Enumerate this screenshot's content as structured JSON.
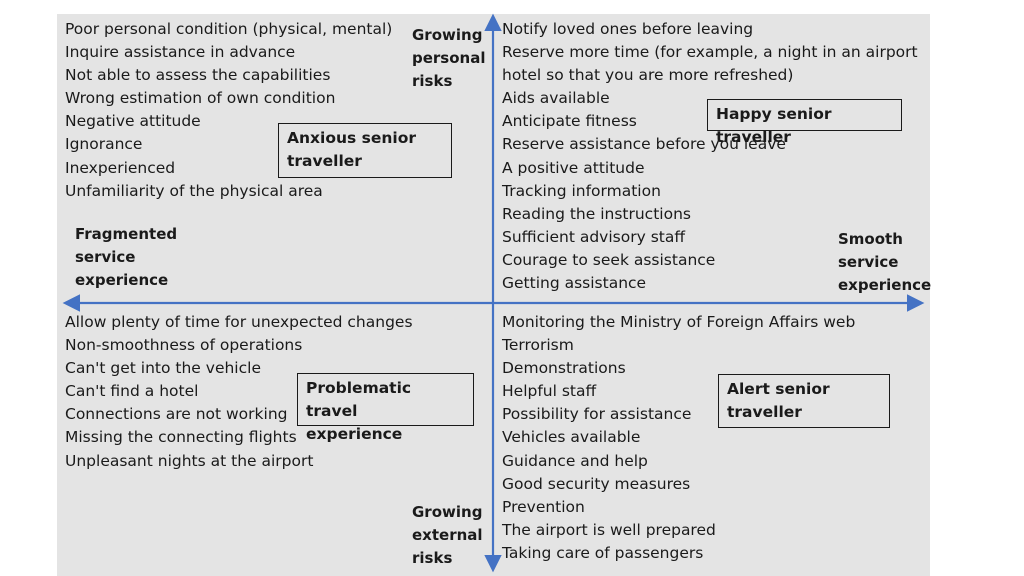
{
  "axis_labels": {
    "top": "Growing\npersonal\nrisks",
    "bottom": "Growing\nexternal\nrisks",
    "left": "Fragmented\nservice\nexperience",
    "right": "Smooth\nservice\nexperience"
  },
  "quadrants": {
    "top_left": {
      "title": "Anxious senior\ntraveller",
      "items": [
        "Poor personal condition (physical, mental)",
        "Inquire assistance in advance",
        "Not able to assess the capabilities",
        "Wrong estimation of own condition",
        "Negative attitude",
        "Ignorance",
        "Inexperienced",
        "Unfamiliarity of the physical area"
      ]
    },
    "top_right": {
      "title": "Happy senior traveller",
      "items": [
        "Notify loved ones before leaving",
        "Reserve more time (for example, a night in an airport",
        "hotel so that you are more refreshed)",
        "Aids available",
        "Anticipate fitness",
        "Reserve assistance before you leave",
        "A positive attitude",
        "Tracking information",
        "Reading the instructions",
        "Sufficient advisory staff",
        "Courage to seek assistance",
        "Getting assistance"
      ]
    },
    "bottom_left": {
      "title": "Problematic travel\nexperience",
      "items": [
        "Allow plenty of time for unexpected changes",
        "Non-smoothness of operations",
        "Can't get into the vehicle",
        "Can't find a hotel",
        "Connections are not working",
        "Missing the connecting flights",
        "Unpleasant nights at the airport"
      ]
    },
    "bottom_right": {
      "title": "Alert senior\ntraveller",
      "items": [
        "Monitoring the Ministry of Foreign Affairs web",
        "Terrorism",
        "Demonstrations",
        "Helpful staff",
        "Possibility for assistance",
        "Vehicles available",
        "Guidance and help",
        "Good security measures",
        "Prevention",
        "The airport is well prepared",
        "Taking care of passengers"
      ]
    }
  },
  "colors": {
    "background": "#e4e4e4",
    "axis": "#4472c4",
    "text": "#1a1a1a"
  }
}
